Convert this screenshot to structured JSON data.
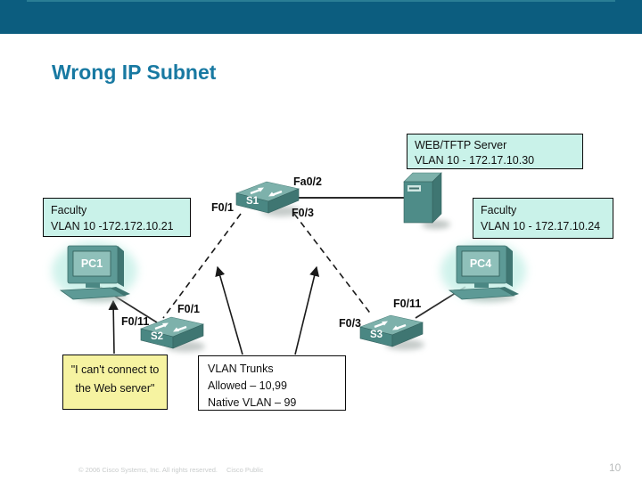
{
  "slide": {
    "title": "Wrong IP Subnet",
    "page_number": "10"
  },
  "colors": {
    "color-topbar": "#0c5d7f",
    "color-accent": "#2a7e95",
    "color-title": "#1879a2",
    "color-box-fill": "#c9f2e9",
    "color-note-fill": "#f6f3a1",
    "color-footer": "#c9cccc"
  },
  "footer": {
    "copyright": "© 2006 Cisco Systems, Inc. All rights reserved.",
    "classification": "Cisco Public"
  },
  "diagram": {
    "boxes": {
      "web_server": {
        "line1": "WEB/TFTP Server",
        "line2": "VLAN 10 - 172.17.10.30"
      },
      "faculty_left": {
        "line1": "Faculty",
        "line2": "VLAN 10 -172.172.10.21"
      },
      "faculty_right": {
        "line1": "Faculty",
        "line2": "VLAN 10 - 172.17.10.24"
      },
      "note": {
        "line1": "\"I can't connect to",
        "line2": "the Web server\""
      },
      "vlan_trunks": {
        "line1": "VLAN Trunks",
        "line2": "Allowed – 10,99",
        "line3": "Native VLAN – 99"
      }
    },
    "devices": {
      "s1": "S1",
      "s2": "S2",
      "s3": "S3",
      "pc1": "PC1",
      "pc4": "PC4"
    },
    "ports": {
      "s1_fa0_2": "Fa0/2",
      "s1_f0_1": "F0/1",
      "s1_f0_3": "F0/3",
      "s2_f0_1": "F0/1",
      "s2_f0_11": "F0/11",
      "s3_f0_3": "F0/3",
      "s3_f0_11": "F0/11"
    }
  }
}
